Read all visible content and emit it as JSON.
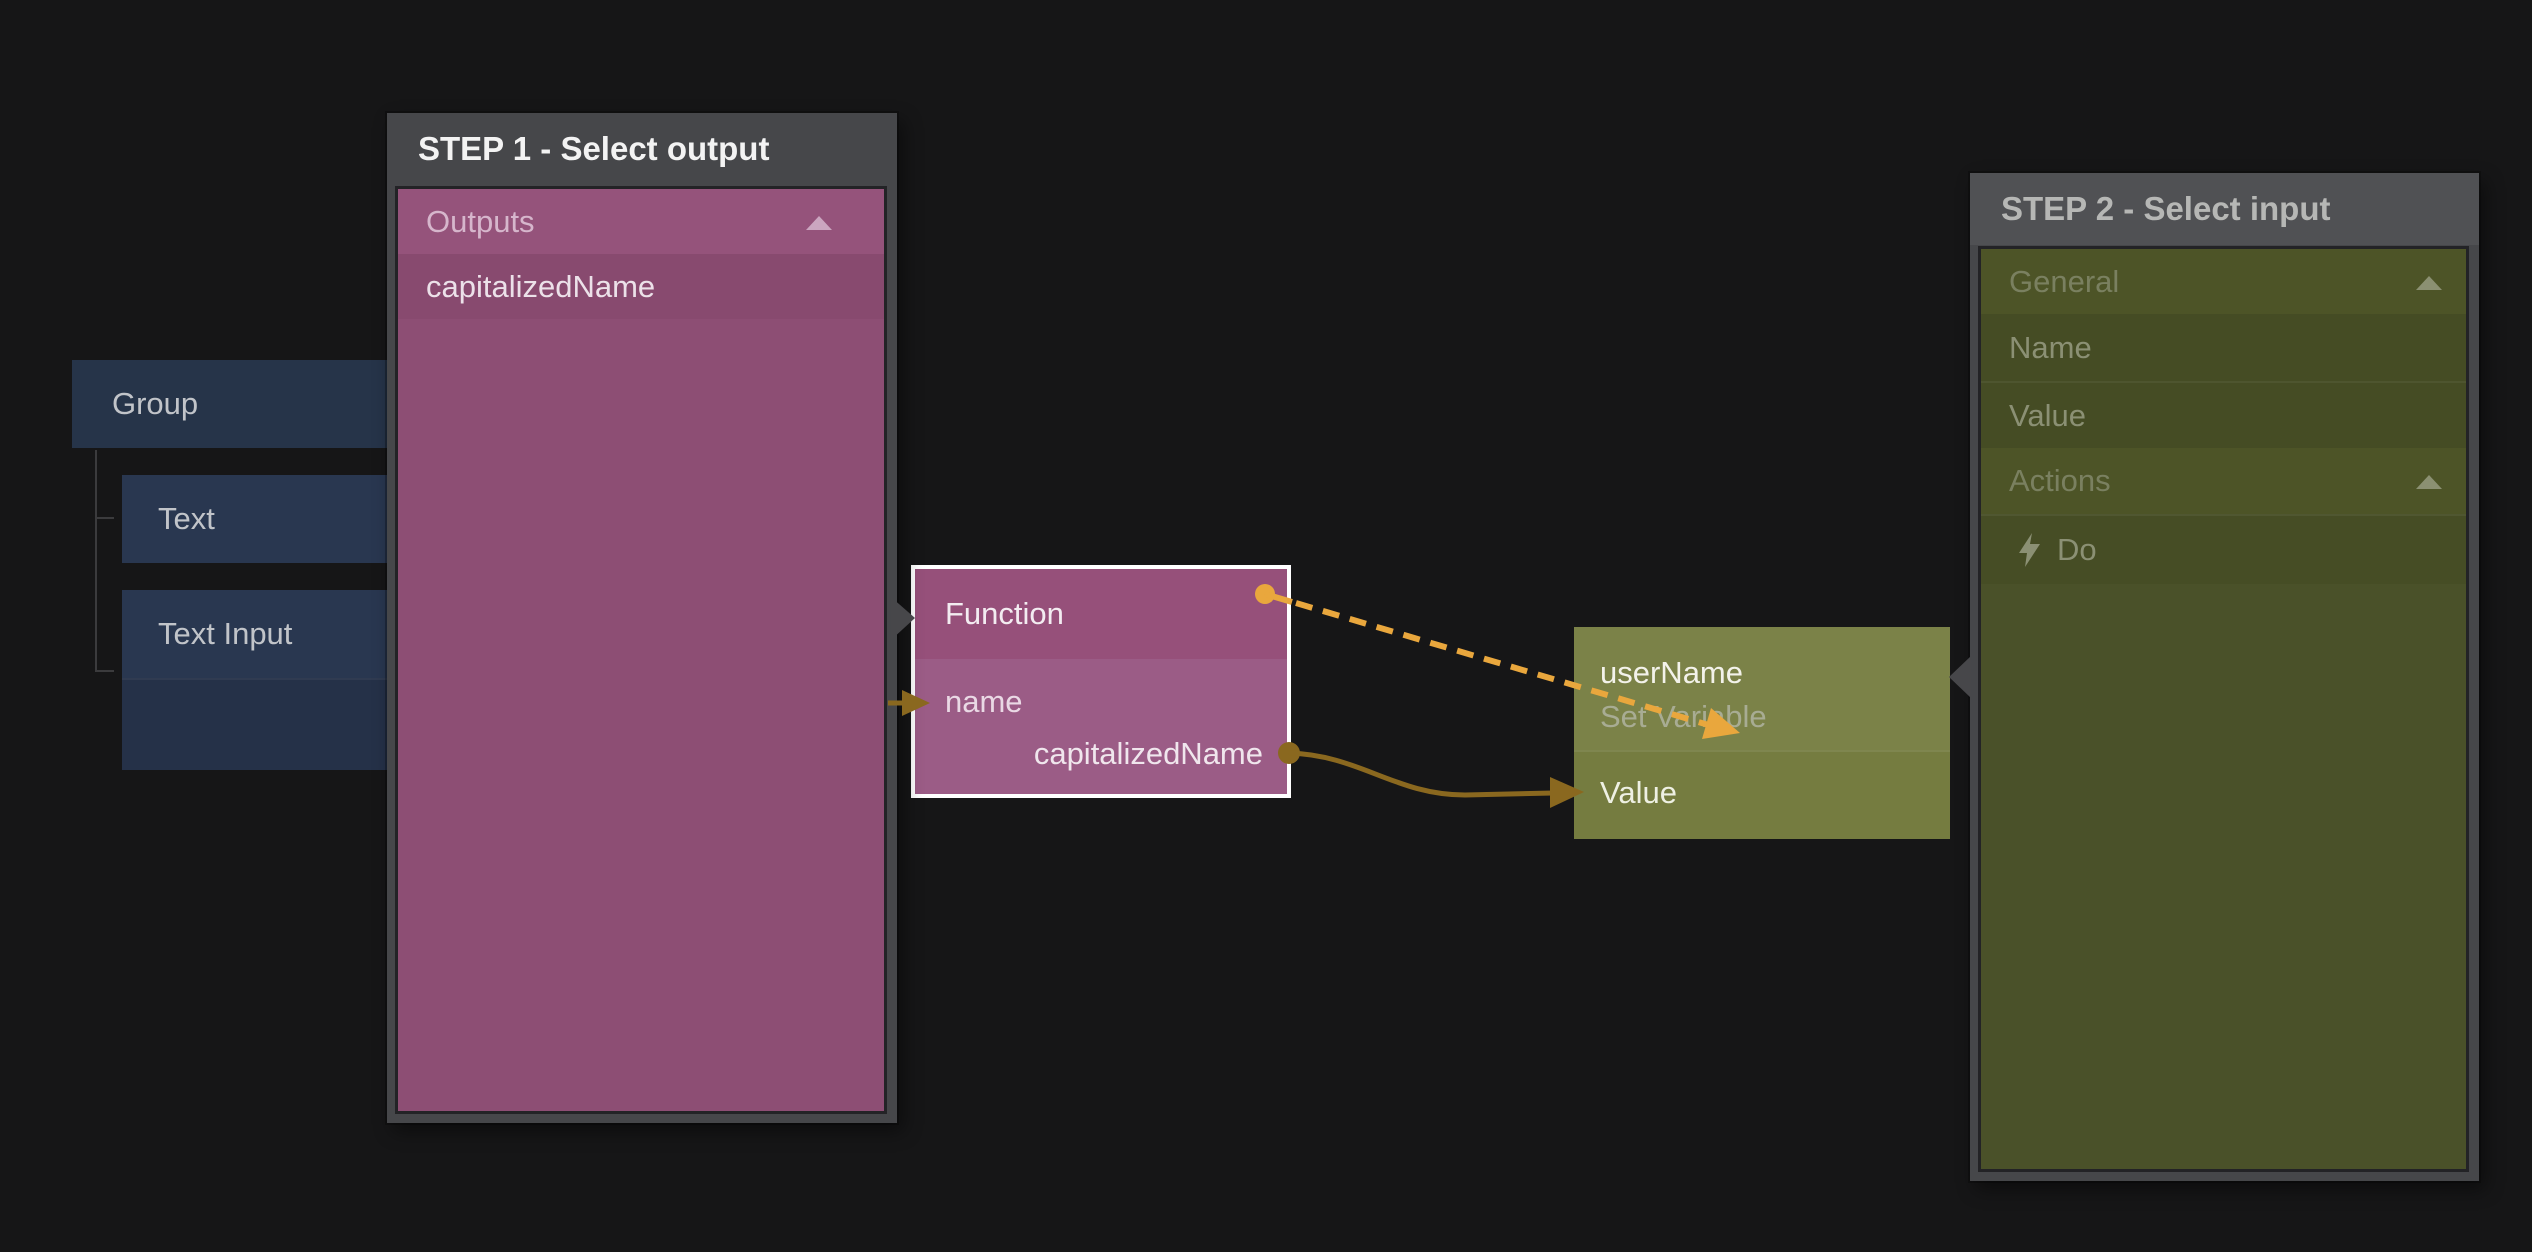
{
  "colors": {
    "background": "#161617",
    "panel_frame": "#46474a",
    "step1_accent": "#8d4e74",
    "step2_accent": "#4a5129",
    "node_blue": "#293750",
    "function_header": "#96507a",
    "setvar_header": "#7b8248",
    "connection_bright": "#e9a73d",
    "connection_muted": "#8a681f",
    "pointer_gray": "#47474a",
    "selection_border": "#ffffff"
  },
  "step1_panel": {
    "title": "STEP 1 - Select output",
    "section": {
      "label": "Outputs",
      "collapse_icon": "chevron-up-icon"
    },
    "items": [
      {
        "label": "capitalizedName"
      }
    ]
  },
  "node_tree": {
    "group": {
      "label": "Group"
    },
    "children": [
      {
        "label": "Text"
      },
      {
        "label": "Text Input"
      }
    ]
  },
  "function_node": {
    "title": "Function",
    "inputs": [
      {
        "label": "name"
      }
    ],
    "outputs": [
      {
        "label": "capitalizedName"
      }
    ]
  },
  "set_variable_node": {
    "title": "userName",
    "subtitle": "Set Variable",
    "inputs": [
      {
        "label": "Value"
      }
    ]
  },
  "step2_panel": {
    "title": "STEP 2 - Select input",
    "rows": [
      {
        "label": "General",
        "type": "section",
        "icon": "chevron-up-icon"
      },
      {
        "label": "Name",
        "type": "item"
      },
      {
        "label": "Value",
        "type": "item"
      },
      {
        "label": "Actions",
        "type": "section",
        "icon": "chevron-up-icon"
      },
      {
        "label": "Do",
        "type": "action-item",
        "icon": "lightning-bolt-icon"
      }
    ]
  }
}
